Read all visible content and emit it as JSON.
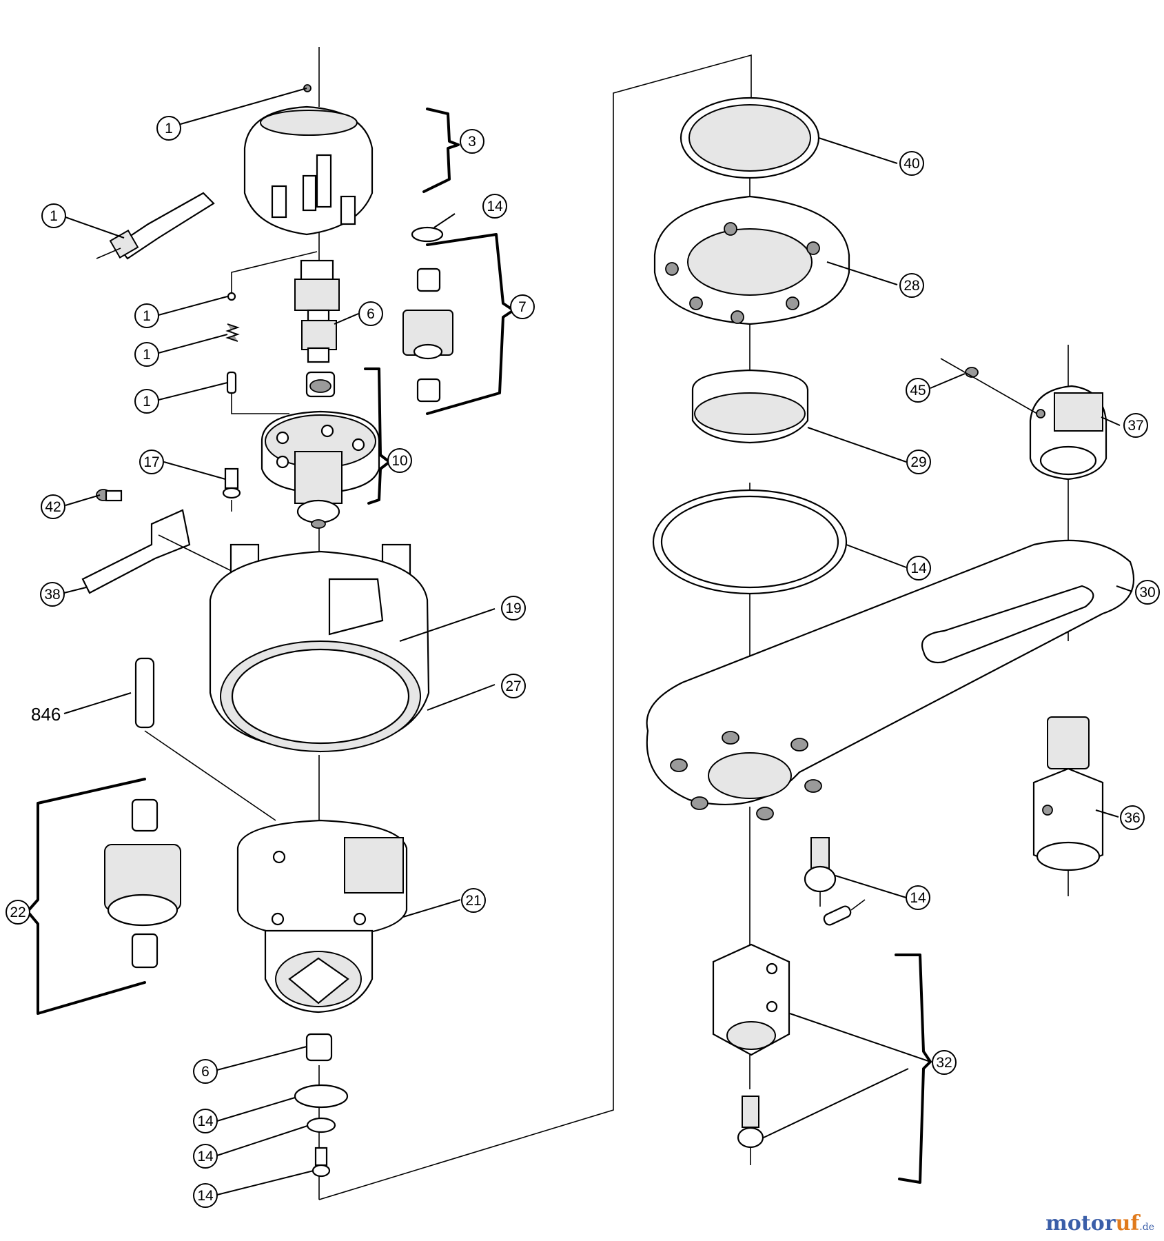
{
  "callouts": [
    {
      "id": "c1a",
      "text": "1"
    },
    {
      "id": "c3",
      "text": "3"
    },
    {
      "id": "c1b",
      "text": "1"
    },
    {
      "id": "c14a",
      "text": "14"
    },
    {
      "id": "c1c",
      "text": "1"
    },
    {
      "id": "c6a",
      "text": "6"
    },
    {
      "id": "c7",
      "text": "7"
    },
    {
      "id": "c1d",
      "text": "1"
    },
    {
      "id": "c1e",
      "text": "1"
    },
    {
      "id": "c17",
      "text": "17"
    },
    {
      "id": "c10",
      "text": "10"
    },
    {
      "id": "c42",
      "text": "42"
    },
    {
      "id": "c38",
      "text": "38"
    },
    {
      "id": "c19",
      "text": "19"
    },
    {
      "id": "c27",
      "text": "27"
    },
    {
      "id": "c22",
      "text": "22"
    },
    {
      "id": "c21",
      "text": "21"
    },
    {
      "id": "c6b",
      "text": "6"
    },
    {
      "id": "c14b",
      "text": "14"
    },
    {
      "id": "c14c",
      "text": "14"
    },
    {
      "id": "c14d",
      "text": "14"
    },
    {
      "id": "c40",
      "text": "40"
    },
    {
      "id": "c28",
      "text": "28"
    },
    {
      "id": "c45",
      "text": "45"
    },
    {
      "id": "c37",
      "text": "37"
    },
    {
      "id": "c29",
      "text": "29"
    },
    {
      "id": "c14e",
      "text": "14"
    },
    {
      "id": "c30",
      "text": "30"
    },
    {
      "id": "c36",
      "text": "36"
    },
    {
      "id": "c14f",
      "text": "14"
    },
    {
      "id": "c32",
      "text": "32"
    }
  ],
  "plain_label": "846",
  "watermark": {
    "part1": "motor",
    "part2": "uf",
    "suffix": ".de"
  }
}
